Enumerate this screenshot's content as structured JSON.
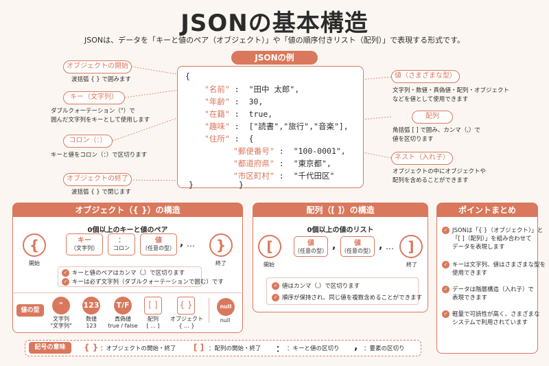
{
  "title": "JSONの基本構造",
  "subtitle": "JSONは、データを「キーと値のペア（オブジェクト）」や「値の順序付きリスト（配列）」で表現する形式です。",
  "example": {
    "header": "JSONの例",
    "lines": {
      "l1": "{",
      "l2k": "\"名前\"",
      "l2v": ":  \"田中 太郎\",",
      "l3k": "\"年齢\"",
      "l3v": ":  30,",
      "l4k": "\"在籍\"",
      "l4v": ":  true,",
      "l5k": "\"趣味\"",
      "l5v": ":  [\"読書\",\"旅行\",\"音楽\"],",
      "l6k": "\"住所\"",
      "l6v": ":  {",
      "l7k": "\"郵便番号\"",
      "l7v": ":  \"100-0001\",",
      "l8k": "\"都道府県\"",
      "l8v": ":  \"東京都\",",
      "l9k": "\"市区町村\"",
      "l9v": ":  \"千代田区\"",
      "l10": "}",
      "l11": "}"
    }
  },
  "left_notes": {
    "obj_start": {
      "label": "オブジェクトの開始",
      "desc": "波括弧 { } で囲みます"
    },
    "key": {
      "label": "キー（文字列）",
      "desc1": "ダブルクォーテーション（\"）で",
      "desc2": "囲んだ文字列をキーとして使用します"
    },
    "colon": {
      "label": "コロン（：）",
      "desc": "キーと値をコロン（：）で区切ります"
    },
    "obj_end": {
      "label": "オブジェクトの終了",
      "desc": "波括弧 { } で閉じます"
    }
  },
  "right_notes": {
    "value": {
      "label": "値（さまざまな型）",
      "desc1": "文字列・数値・真偽値・配列・オブジェクト",
      "desc2": "などを値として使用できます"
    },
    "array": {
      "label": "配列",
      "desc1": "角括弧 [ ] で囲み、カンマ（,）で",
      "desc2": "値を区切ります"
    },
    "nest": {
      "label": "ネスト（入れ子）",
      "desc1": "オブジェクトの中にオブジェクトや",
      "desc2": "配列を含めることができます"
    }
  },
  "object_panel": {
    "header": "オブジェクト（{ }）の構造",
    "caption": "0個以上のキーと値のペア",
    "open": "{",
    "close": "}",
    "start": "開始",
    "end": "終了",
    "key_box": "キー",
    "key_sub": "（文字列）",
    "colon_box": "：",
    "colon_sub": "コロン",
    "val_box": "値",
    "val_sub": "（任意の型）",
    "comma": ",",
    "dots": "…",
    "note1": "キーと値のペアはカンマ（,）で区切ります",
    "note2": "キーは必ず文字列（ダブルクォーテーションで囲む）です"
  },
  "value_types": {
    "tag": "値の型",
    "items": [
      {
        "icon": "\"",
        "label": "文字列",
        "sub": "\"文字列\""
      },
      {
        "icon": "123",
        "label": "数値",
        "sub": "123"
      },
      {
        "icon": "T/F",
        "label": "真偽値",
        "sub": "true / false"
      },
      {
        "icon": "[ ]",
        "label": "配列",
        "sub": "[ ... ]"
      },
      {
        "icon": "{ }",
        "label": "オブジェクト",
        "sub": "{ ... }"
      },
      {
        "icon": "null",
        "label": "null",
        "sub": ""
      }
    ]
  },
  "array_panel": {
    "header": "配列（[ ]）の構造",
    "caption": "0個以上の値のリスト",
    "open": "[",
    "close": "]",
    "start": "開始",
    "end": "終了",
    "val_box": "値",
    "val_sub": "（任意の型）",
    "comma": ",",
    "dots": "…",
    "note1": "値はカンマ（,）で区切ります",
    "note2": "順序が保持され、同じ値を複数含めることができます"
  },
  "points": {
    "header": "ポイントまとめ",
    "items": [
      {
        "l1": "JSONは「{ }（オブジェクト）」と",
        "l2": "「[ ]（配列）」を組み合わせて",
        "l3": "データを表現します"
      },
      {
        "l1": "キーは文字列、値はさまざまな型を",
        "l2": "使用できます",
        "l3": ""
      },
      {
        "l1": "データは階層構造（入れ子）で",
        "l2": "表現できます",
        "l3": ""
      },
      {
        "l1": "軽量で可読性が高く、さまざまな",
        "l2": "システムで利用されています",
        "l3": ""
      }
    ]
  },
  "legend": {
    "tag": "記号の意味",
    "brace": "{ }",
    "brace_desc": "：オブジェクトの開始・終了",
    "bracket": "[ ]",
    "bracket_desc": "：配列の開始・終了",
    "colon": "：",
    "colon_desc": "：キーと値の区切り",
    "comma": ",",
    "comma_desc": "：要素の区切り"
  },
  "colors": {
    "accent": "#d9785c",
    "background": "#fbf6f1"
  }
}
